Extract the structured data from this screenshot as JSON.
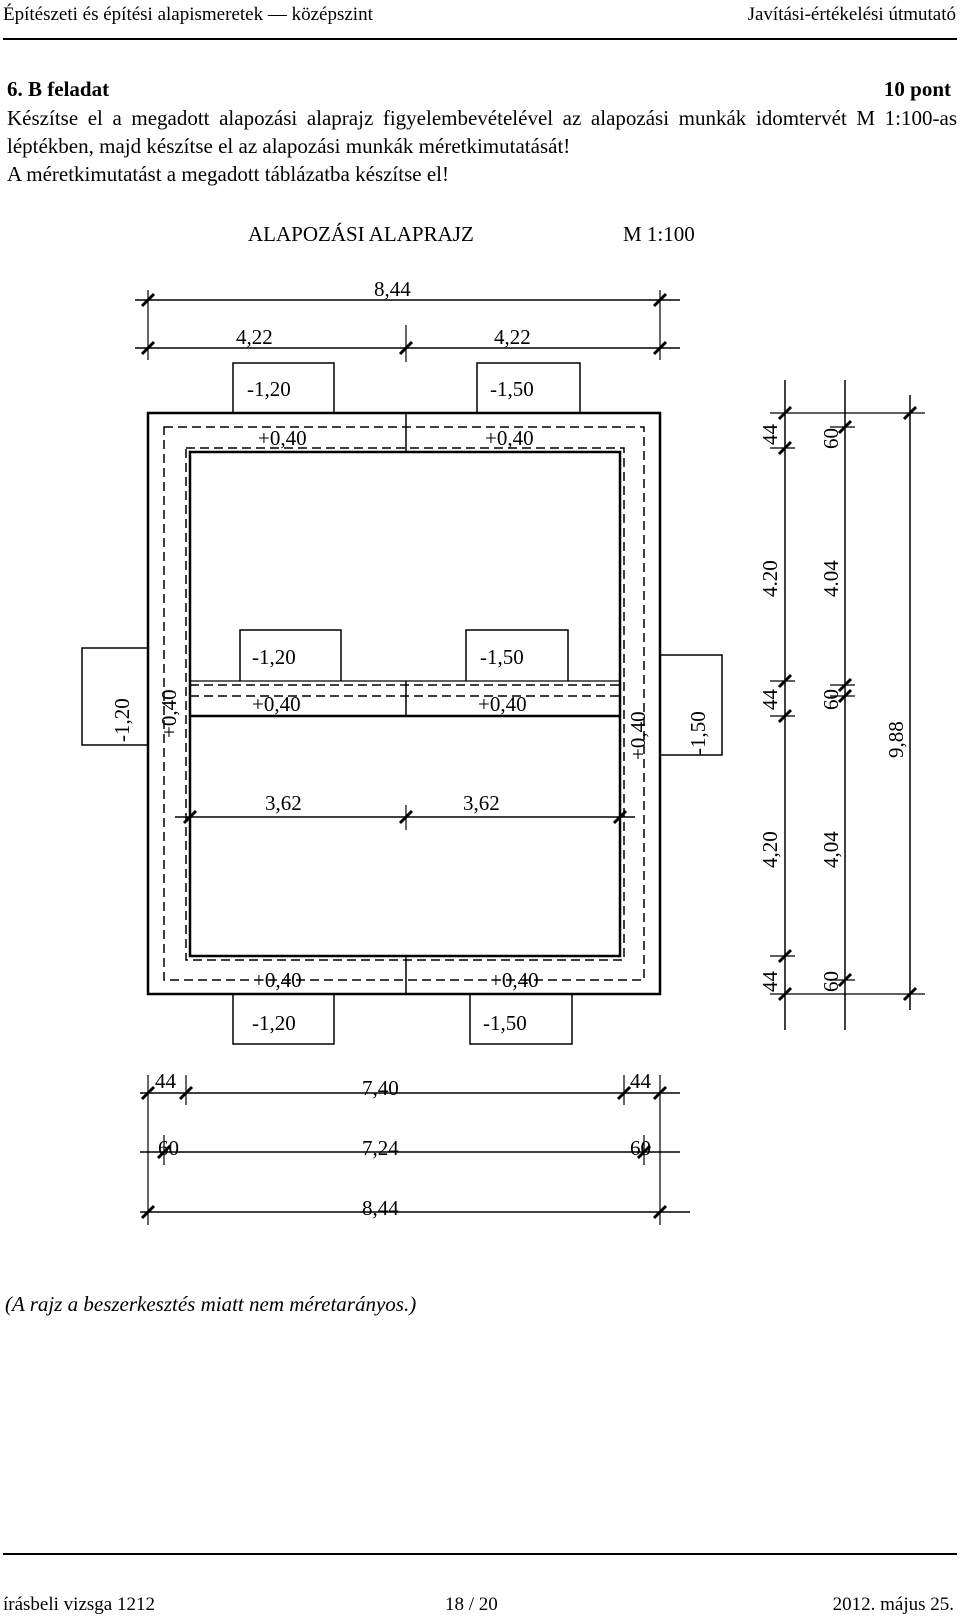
{
  "header": {
    "left": "Építészeti és építési alapismeretek — középszint",
    "right": "Javítási-értékelési útmutató"
  },
  "task": {
    "title": "6. B feladat",
    "points": "10 pont",
    "text_line1": "Készítse el a megadott alapozási alaprajz figyelembevételével az alapozási munkák idomtervét M 1:100-as léptékben, majd készítse el az alapozási munkák méretkimutatását!",
    "text_line2": "A méretkimutatást a megadott táblázatba készítse el!"
  },
  "drawing": {
    "title": "ALAPOZÁSI ALAPRAJZ",
    "scale": "M 1:100",
    "top_dims": {
      "total": "8,44",
      "left": "4,22",
      "right": "4,22"
    },
    "top_row": {
      "left_depth": "-1,20",
      "right_depth": "-1,50",
      "left_level": "+0,40",
      "right_level": "+0,40"
    },
    "mid_row": {
      "left_depth": "-1,20",
      "right_depth": "-1,50",
      "left_level": "+0,40",
      "right_level": "+0,40"
    },
    "mid_dims": {
      "left": "3,62",
      "right": "3,62"
    },
    "bottom_row": {
      "left_level": "+0,40",
      "right_level": "+0,40",
      "left_depth": "-1,20",
      "right_depth": "-1,50"
    },
    "side_left": {
      "depth": "-1,20",
      "level": "+0,40"
    },
    "side_right": {
      "level": "+0,40",
      "depth": "-1,50"
    },
    "right_dims": {
      "col1": [
        "44",
        "4.20",
        "44",
        "4,20",
        "44"
      ],
      "col2": [
        "60",
        "4.04",
        "60",
        "4,04",
        "60"
      ],
      "total": "9,88"
    },
    "bottom_dims": {
      "row1": {
        "left": "44",
        "mid": "7,40",
        "right": "44"
      },
      "row2": {
        "left": "60",
        "mid": "7,24",
        "right": "60"
      },
      "row3": {
        "total": "8,44"
      }
    }
  },
  "note": "(A rajz a beszerkesztés miatt nem méretarányos.)",
  "footer": {
    "left": "írásbeli vizsga 1212",
    "center": "18 / 20",
    "right": "2012. május 25."
  }
}
